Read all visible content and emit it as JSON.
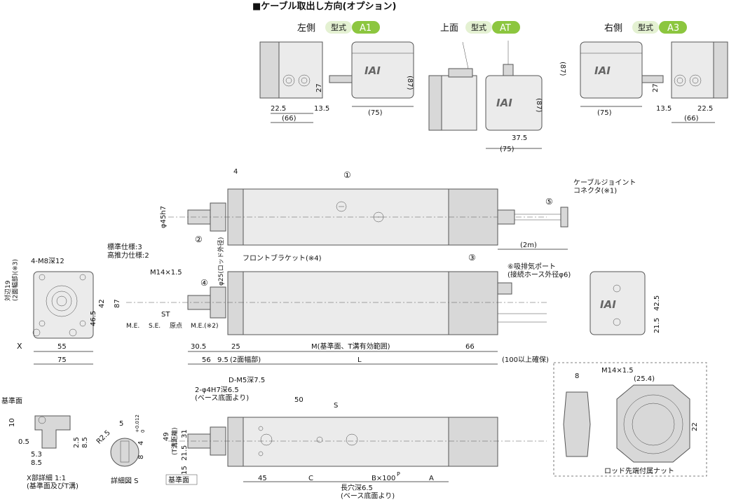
{
  "title": "■ケーブル取出し方向(オプション)",
  "options": [
    {
      "side": "左側",
      "model_label": "型式",
      "code": "A1"
    },
    {
      "side": "上面",
      "model_label": "型式",
      "code": "AT"
    },
    {
      "side": "右側",
      "model_label": "型式",
      "code": "A3"
    }
  ],
  "logo": "IAI",
  "top_dims": {
    "d87": "(87)",
    "d75": "(75)",
    "d66": "(66)",
    "d27": "27",
    "d22_5": "22.5",
    "d13_5": "13.5",
    "d37_5": "37.5"
  },
  "main": {
    "callouts": [
      "①",
      "②",
      "③",
      "④",
      "⑤",
      "⑥"
    ],
    "cable_joint": "ケーブルジョイント\nコネクタ(※1)",
    "front_bracket": "フロントブラケット(※4)",
    "exhaust_port": "⑥吸排気ポート\n(接続ホース外径φ6)",
    "phi45": "φ45h7",
    "d4": "4",
    "two_m": "(2m)",
    "phi25": "φ25(ロッド外径)",
    "std_spec": "標準仕様:3",
    "high_thrust": "高推力仕様:2",
    "m14": "M14×1.5",
    "me": "M.E.",
    "se": "S.E.",
    "st": "ST",
    "origin": "原点",
    "me2": "M.E.(※2)",
    "d30_5": "30.5",
    "d25": "25",
    "m_label": "M(基準面、T溝有効範囲)",
    "d66": "66",
    "d56": "56",
    "d9_5": "9.5",
    "width_across": "(2面幅部)",
    "L": "L",
    "d100": "(100以上確保)"
  },
  "side_view": {
    "taihen": "対辺19\n(2面幅部)(※3)",
    "m8": "4-M8深12",
    "d42": "42",
    "d87": "87",
    "d46_5": "46.5",
    "d55": "55",
    "d75": "75",
    "x_label": "X"
  },
  "right_view": {
    "d42_5": "42.5",
    "d21_5": "21.5"
  },
  "bottom": {
    "dm5": "D-M5深7.5",
    "phi4": "2-φ4H7深6.5\n(ベース底面より)",
    "d50": "50",
    "s_label": "S",
    "d49": "49",
    "t_groove": "(T溝距離)",
    "d31": "31",
    "d21_5": "21.5",
    "d15": "15",
    "ref_face": "基準面",
    "d45": "45",
    "C": "C",
    "Bx100": "B×100",
    "P": "P",
    "A": "A",
    "slot": "長穴深6.5\n(ベース底面より)"
  },
  "x_detail": {
    "ref_face": "基準面",
    "d10": "10",
    "d0_5": "0.5",
    "d5_3": "5.3",
    "d8_5": "8.5",
    "d2_5": "2.5",
    "d8_5b": "8.5",
    "caption": "X部詳細 1:1\n(基準面及びT溝)"
  },
  "s_detail": {
    "r2_5": "R2.5",
    "d5": "5",
    "tol_plus": "+0.012",
    "tol_zero": "0",
    "d4": "4",
    "d8": "8",
    "caption": "詳細図 S"
  },
  "nut": {
    "d8": "8",
    "m14": "M14×1.5",
    "d25_4": "(25.4)",
    "d22": "22",
    "caption": "ロッド先端付属ナット"
  }
}
